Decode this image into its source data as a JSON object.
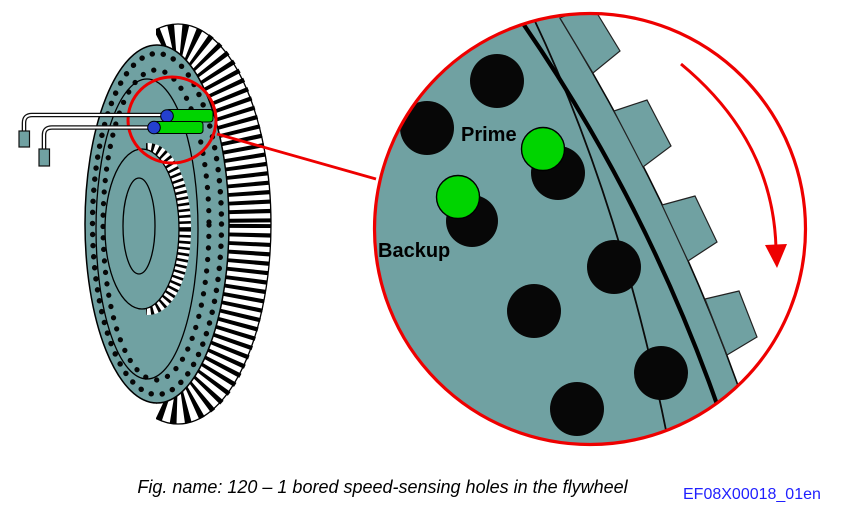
{
  "figure": {
    "caption": "Fig. name: 120 – 1 bored speed-sensing holes in the flywheel",
    "reference_code": "EF08X00018_01en"
  },
  "magnifier": {
    "prime_label": "Prime",
    "backup_label": "Backup"
  },
  "colors": {
    "flywheel_teal": "#70A1A2",
    "sensor_green": "#00D400",
    "hole_black": "#070707",
    "highlight_red": "#EE0000",
    "sensor_cap_blue": "#2440CF",
    "reference_blue": "#1F1FFF"
  }
}
